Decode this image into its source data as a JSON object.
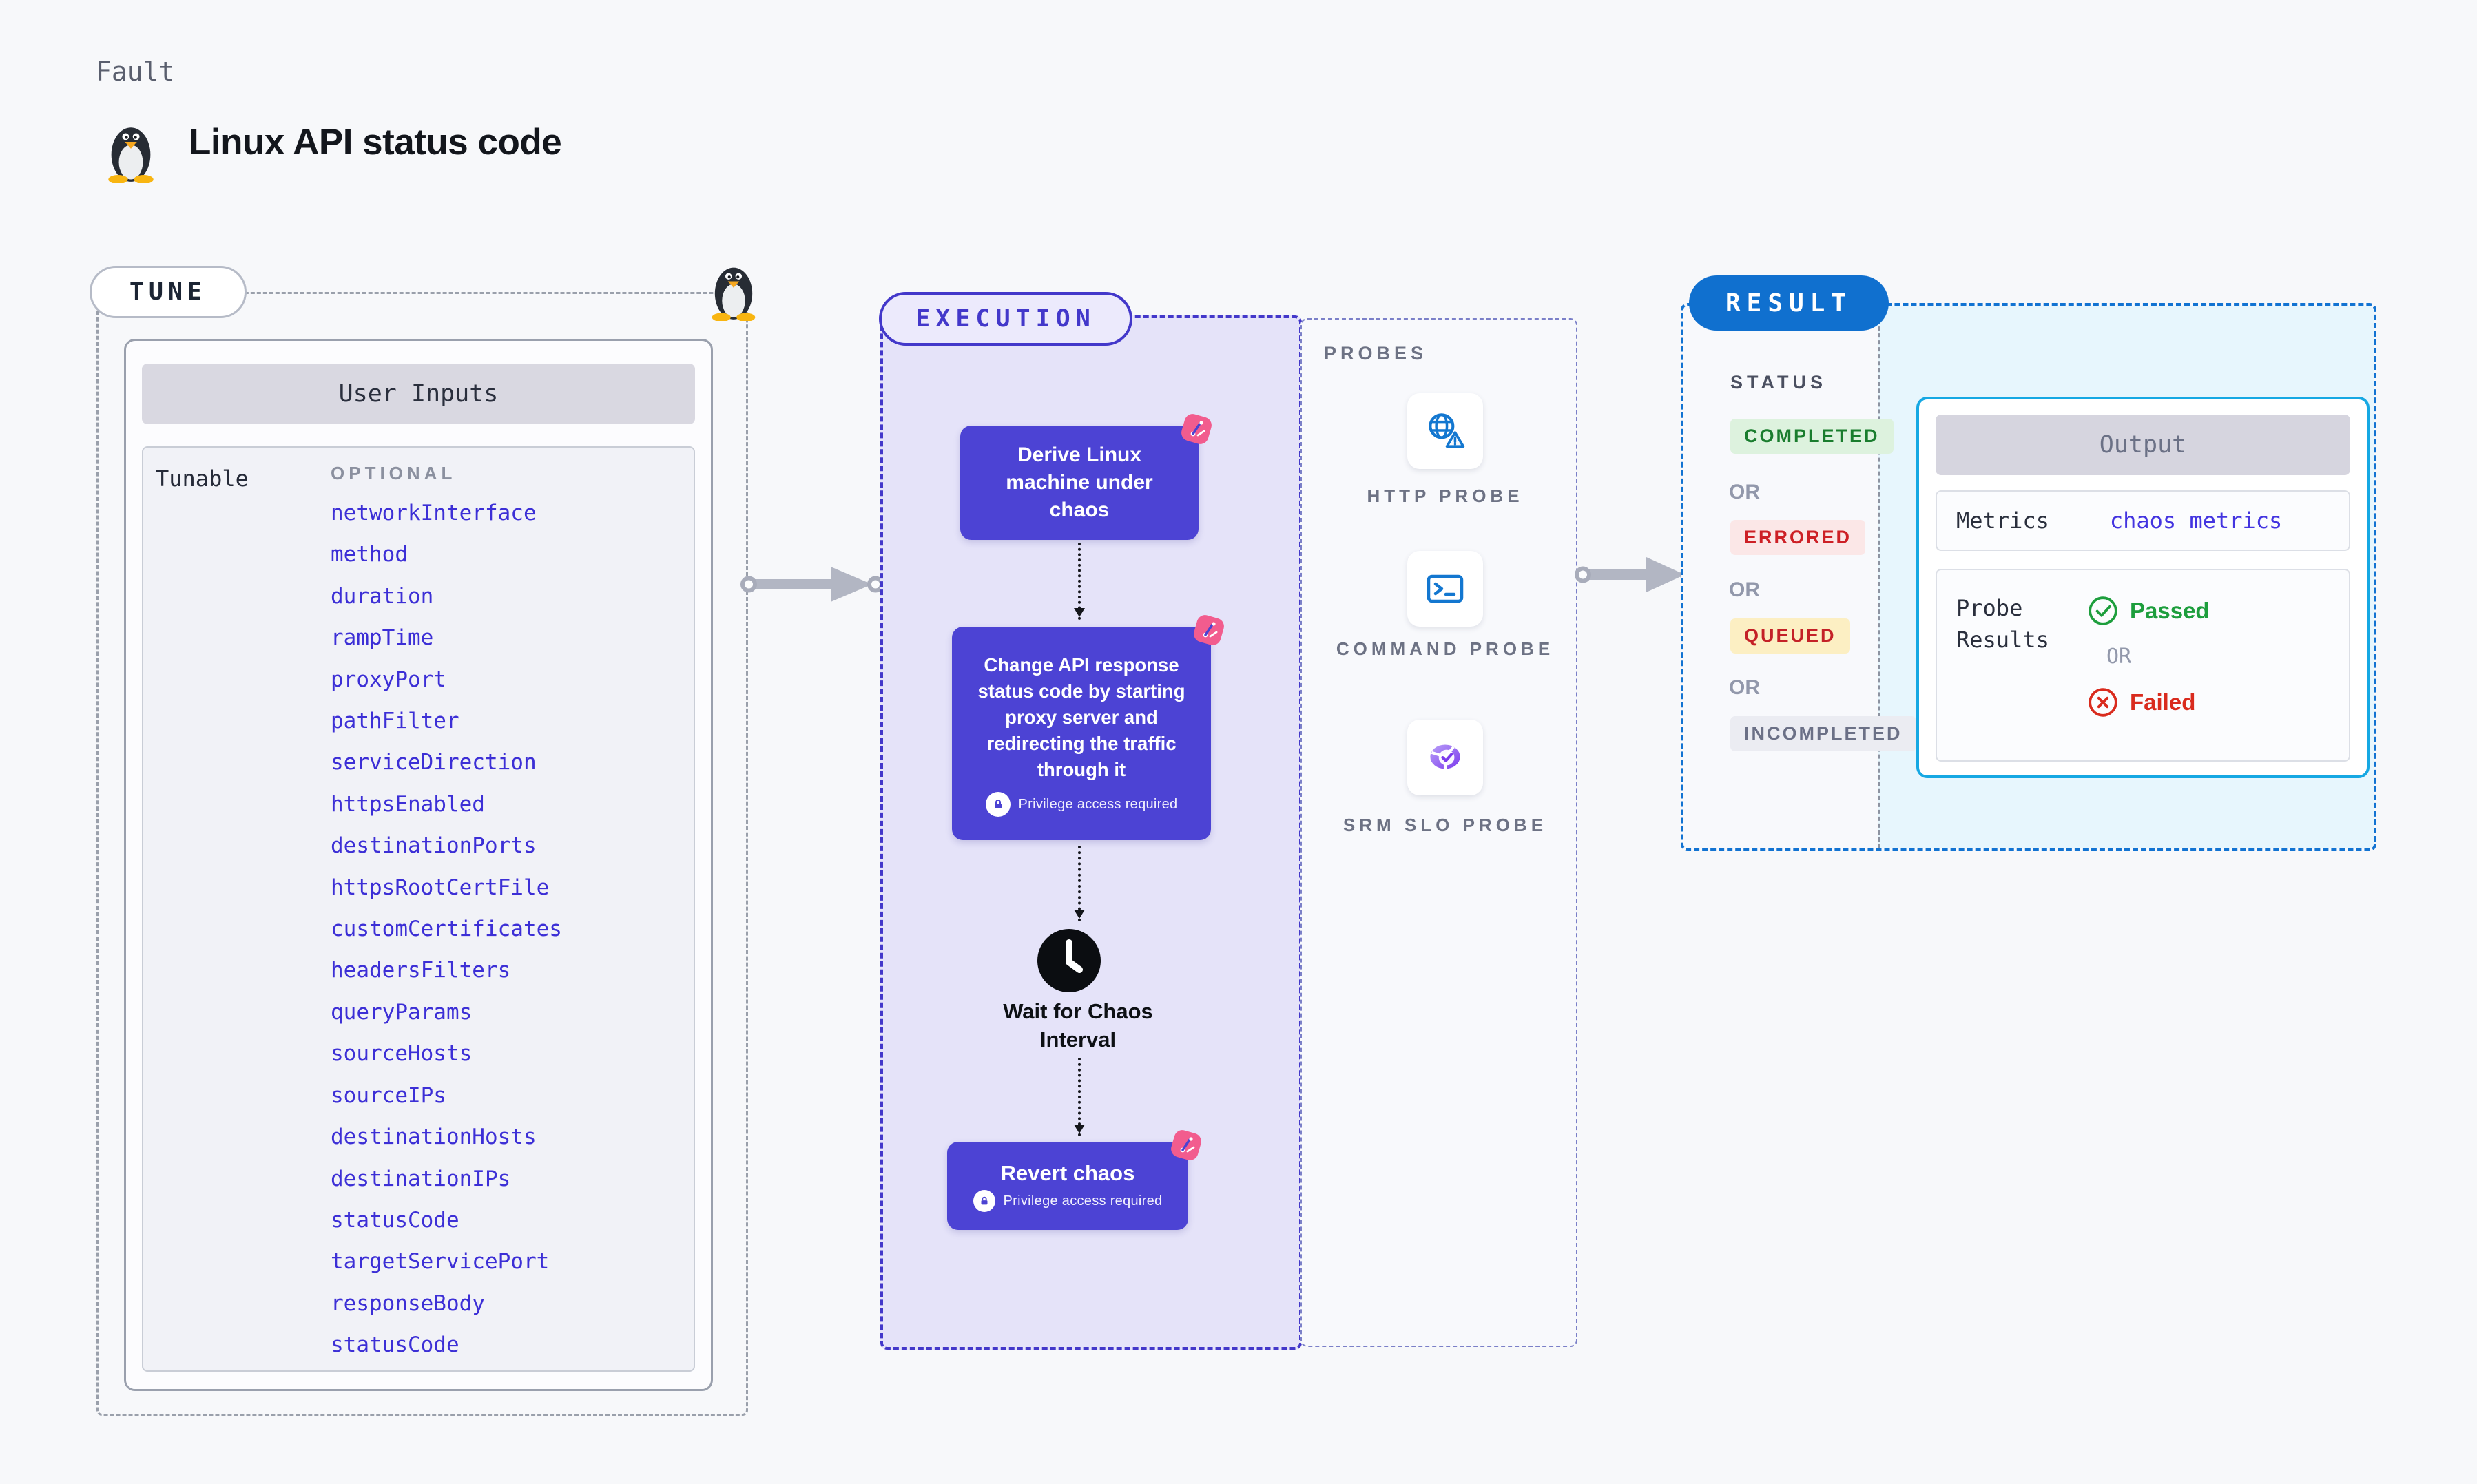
{
  "page": {
    "kicker": "Fault",
    "title": "Linux API status code"
  },
  "tune": {
    "pill_label": "TUNE",
    "panel_title": "User Inputs",
    "row_label": "Tunable",
    "column_header": "OPTIONAL",
    "params": [
      "networkInterface",
      "method",
      "duration",
      "rampTime",
      "proxyPort",
      "pathFilter",
      "serviceDirection",
      "httpsEnabled",
      "destinationPorts",
      "httpsRootCertFile",
      "customCertificates",
      "headersFilters",
      "queryParams",
      "sourceHosts",
      "sourceIPs",
      "destinationHosts",
      "destinationIPs",
      "statusCode",
      "targetServicePort",
      "responseBody",
      "statusCode"
    ]
  },
  "execution": {
    "pill_label": "EXECUTION",
    "steps": {
      "derive": "Derive Linux machine under chaos",
      "change": "Change API response status code by starting proxy server and redirecting the traffic through it",
      "wait": "Wait for Chaos Interval",
      "revert": "Revert chaos"
    },
    "privilege_note": "Privilege access required"
  },
  "probes": {
    "section_label": "PROBES",
    "items": [
      {
        "label": "HTTP PROBE",
        "icon": "globe-alert-icon"
      },
      {
        "label": "COMMAND PROBE",
        "icon": "terminal-icon"
      },
      {
        "label": "SRM SLO PROBE",
        "icon": "slo-donut-check-icon"
      }
    ]
  },
  "result": {
    "pill_label": "RESULT",
    "status_label": "STATUS",
    "or_label": "OR",
    "statuses": [
      {
        "label": "COMPLETED",
        "fg": "#1a7d2e",
        "bg": "#ddf2de"
      },
      {
        "label": "ERRORED",
        "fg": "#cd2026",
        "bg": "#fbe7e7"
      },
      {
        "label": "QUEUED",
        "fg": "#c42127",
        "bg": "#fcefc3"
      },
      {
        "label": "INCOMPLETED",
        "fg": "#6b7086",
        "bg": "#ebecf2"
      }
    ],
    "output": {
      "title": "Output",
      "metrics_label": "Metrics",
      "metrics_value": "chaos metrics",
      "probe_results_label": "Probe Results",
      "passed_label": "Passed",
      "failed_label": "Failed",
      "or_label": "OR"
    }
  },
  "icons": {
    "tux": "penguin-icon",
    "litmus": "chaos-logo-icon",
    "lock": "lock-icon",
    "clock": "clock-icon",
    "http_probe": "globe-alert-icon",
    "command_probe": "terminal-icon",
    "srm_probe": "slo-donut-check-icon",
    "passed": "check-circle-icon",
    "failed": "x-circle-icon"
  },
  "colors": {
    "accent_indigo": "#4338ca",
    "node_indigo": "#4c43d4",
    "param_blue": "#3c2fd6",
    "result_blue": "#1273d2",
    "output_cyan": "#16a8e3",
    "litmus_pink": "#f25c8e",
    "passed_green": "#1d9e3d",
    "failed_red": "#d92b1e"
  }
}
